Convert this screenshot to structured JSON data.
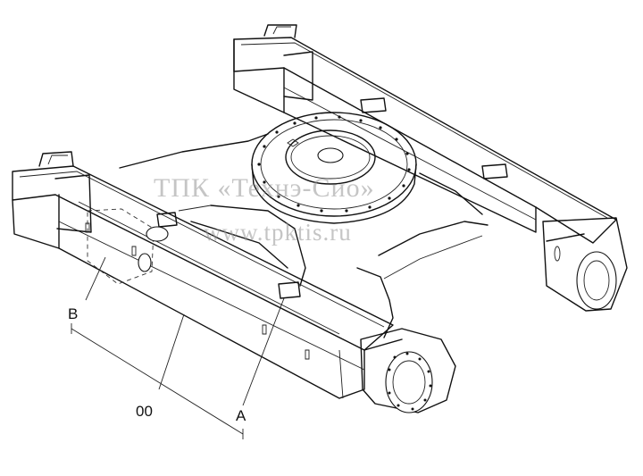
{
  "callouts": {
    "b": "B",
    "assembly": "00",
    "a": "A"
  },
  "watermark": {
    "line1": "ТПК «Технэ-Сио»",
    "line2": "www.tpktis.ru"
  },
  "colors": {
    "line": "#111111",
    "background": "#ffffff",
    "watermark": "#969696"
  }
}
